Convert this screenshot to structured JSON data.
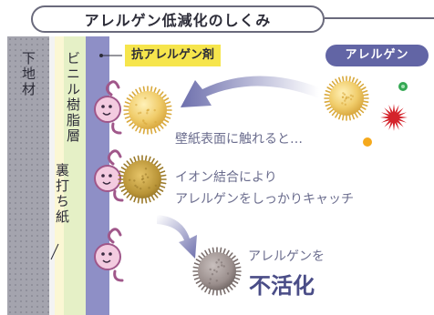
{
  "title": "アレルゲン低減化のしくみ",
  "layers": {
    "shitaji": "下地材",
    "vinyl": "ビニル樹脂層",
    "urauchi": "裏打ち紙"
  },
  "labels": {
    "agent": "抗アレルゲン剤",
    "allergen": "アレルゲン"
  },
  "steps": {
    "contact": "壁紙表面に触れると…",
    "capture_line1": "イオン結合により",
    "capture_line2": "アレルゲンをしっかりキャッチ",
    "result_line1": "アレルゲンを",
    "result_line2": "不活化"
  },
  "colors": {
    "accent_purple": "#6265a5",
    "agent_layer": "#8e8fc6",
    "label_yellow": "#f6e54c",
    "pollen_yellow": "#f0cc6a",
    "capture_gold": "#c8a545",
    "inactive_gray": "#9a8e8c",
    "allergen_red": "#d4232b",
    "allergen_orange": "#f5a91c",
    "allergen_green": "#34a853",
    "character_pink": "#f3cbe0"
  }
}
